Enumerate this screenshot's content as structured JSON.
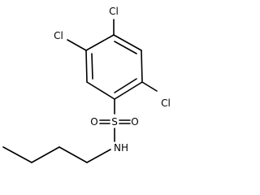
{
  "molecule": {
    "atoms": {
      "cl_top": "Cl",
      "cl_left": "Cl",
      "cl_right": "Cl",
      "sulfur": "S",
      "oxygen_left": "O",
      "oxygen_right": "O",
      "nitrogen": "NH"
    }
  }
}
